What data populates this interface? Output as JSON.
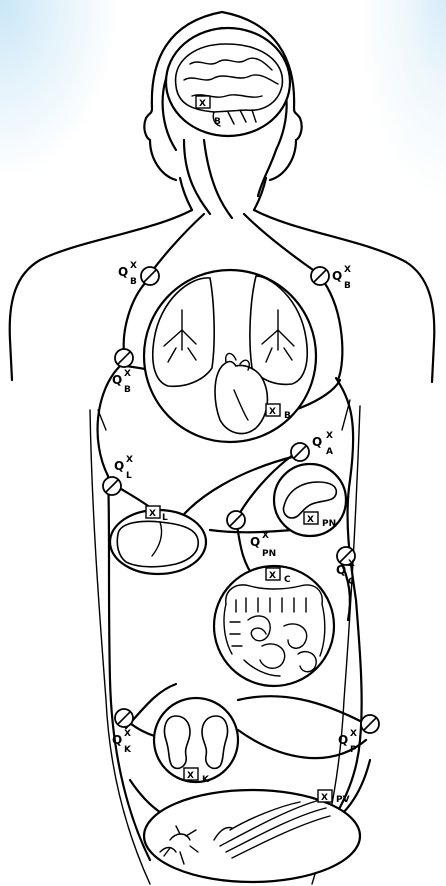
{
  "labels": {
    "brain_box": "X",
    "brain_box_sub": "B",
    "lung_box": "X",
    "lung_box_sub": "B",
    "liver_box": "X",
    "liver_box_sub": "L",
    "pancreas_box": "X",
    "pancreas_box_sub": "PN",
    "gut_box": "X",
    "gut_box_sub": "C",
    "kidney_box": "X",
    "kidney_box_sub": "K",
    "muscle_box": "X",
    "muscle_box_sub": "PV",
    "flow_symbol": "Q",
    "flow_superscript": "X",
    "flow_left_neck_sub": "B",
    "flow_right_neck_sub": "B",
    "flow_heart_sub": "B",
    "flow_artery_sub": "A",
    "flow_liver_sub": "L",
    "flow_pancreas_sub": "PN",
    "flow_gut_sub": "C",
    "flow_kidney_sub": "K",
    "flow_periphery_sub": "P"
  }
}
